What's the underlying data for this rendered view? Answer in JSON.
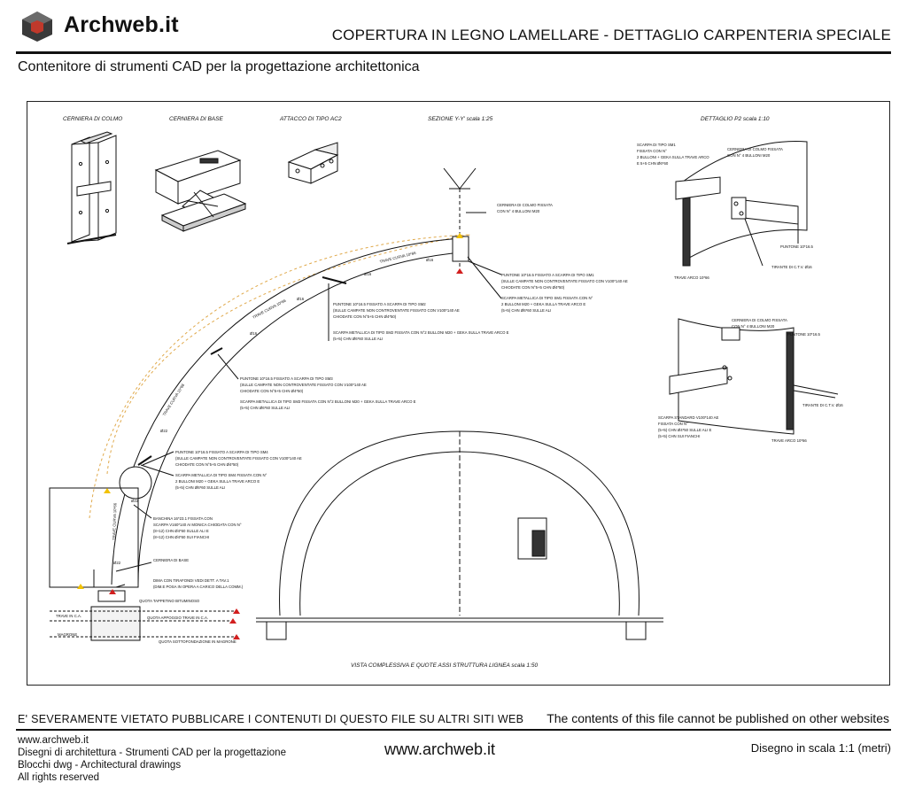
{
  "header": {
    "logo_text": "Archweb.it",
    "title": "COPERTURA IN LEGNO LAMELLARE - DETTAGLIO CARPENTERIA SPECIALE",
    "subtitle": "Contenitore di strumenti CAD per la progettazione architettonica"
  },
  "drawing": {
    "views": {
      "cerniera_colmo": "CERNIERA DI COLMO",
      "cerniera_base": "CERNIERA DI BASE",
      "attacco": "ATTACCO DI TIPO AC2",
      "sezione": "SEZIONE Y-Y' scala 1:25",
      "dettaglio": "DETTAGLIO P2 scala 1:10",
      "vista": "VISTA COMPLESSIVA E QUOTE ASSI STRUTTURA LIGNEA scala 1:50"
    },
    "notes": {
      "colmo": [
        "CERNIERA DI COLMO FISSATA",
        "CON N° 4 BULLONI M20"
      ],
      "puntone1": [
        "PUNTONE 10*16.5 FISSATO A SCARPA DI TIPO SM1",
        "(SULLE CAMPATE NON CONTROVENTATE FISSATO CON V100*140 AE",
        "CHIODATE CON N°5+5 CHN Ø4*50)"
      ],
      "scarpa1": [
        "SCARPA METALLICA DI TIPO SM1 FISSATA CON N°",
        "2 BULLONI M20 + GEKA SULLA TRAVE ARCO E",
        "(5+5) CHN Ø6*60 SULLE ALI"
      ],
      "puntone2": [
        "PUNTONE 10*16.5 FISSATO A SCARPA DI TIPO SM2",
        "(SULLE CAMPATE NON CONTROVENTATE FISSATO CON V100*140 AE",
        "CHIODATE CON N°5+5 CHN Ø4*50)"
      ],
      "scarpa2": [
        "SCARPA METALLICA DI TIPO SM2 FISSATA CON N°2 BULLONI M20 + GEKA SULLA TRAVE ARCO E",
        "(5+5) CHN Ø6*60 SULLE ALI"
      ],
      "puntone3": [
        "PUNTONE 10*16.5 FISSATO A SCARPA DI TIPO SM3",
        "(SULLE CAMPATE NON CONTROVENTATE FISSATO CON V100*140 AE",
        "CHIODATE CON N°5+5 CHN Ø4*50)"
      ],
      "scarpa3": [
        "SCARPA METALLICA DI TIPO SM3 FISSATA CON N°2 BULLONI M20 + GEKA SULLA TRAVE ARCO E",
        "(5+5) CHN Ø6*60 SULLE ALI"
      ],
      "puntone4": [
        "PUNTONE 10*16.5 FISSATO A SCARPA DI TIPO SM4",
        "(SULLE CAMPATE NON CONTROVENTATE FISSATO CON V100*140 AE",
        "CHIODATE CON N°5+5 CHN Ø4*50)"
      ],
      "scarpa4": [
        "SCARPA METALLICA DI TIPO SM4 FISSATA CON N°",
        "2 BULLONI M20 + GEKA SULLA TRAVE ARCO E",
        "(5+5) CHN Ø6*60 SULLE ALI"
      ],
      "banchina": [
        "BANCHINA 16*23.1 FISSATA CON",
        "SCARPA V160*140 AI MONICA CHIODATA CON N°",
        "(8+12) CHN Ø4*50 SULLE ALI E",
        "(8+12) CHN Ø4*50 SUI FIANCHI"
      ],
      "cerniera_base": "CERNIERA DI BASE",
      "dima": [
        "DIMA CON TIRAFONDI VEDI DETT. A TAV.1",
        "(DIM.E POSA IN OPERA A CARICO DELLA COMM.)"
      ],
      "trave_ca": "TRAVE IN C.A.",
      "magrone": "MAGRONE",
      "quota_tappetino": "QUOTA TAPPETINO BITUMINOSO",
      "quota_appoggio": "QUOTA APPOGGIO TRAVE IN C.A.",
      "quota_sottofondazione": "QUOTA SOTTOFONDAZIONE IN MAGRONE",
      "trave_curva_top": "TRAVE CURVA 10*66",
      "trave_curva_mid": "TRAVE CURVA 10*66",
      "trave_curva_low": "TRAVE CURVA 10*66",
      "trave_curva_vert": "TRAVE CURVA 10*66",
      "d1_scarpa": [
        "SCARPA DI TIPO SM1",
        "FISSATA CON N°",
        "2 BULLONI + GEKA SULLA TRAVE ARCO",
        "E 5+5 CHN Ø6*60"
      ],
      "d1_colmo": [
        "CERNIERA DI COLMO FISSATA",
        "CON N° 4 BULLONI M20"
      ],
      "d1_puntone": "PUNTONE 10*16.5",
      "d1_tirante": "TIRANTE DI C.T.V. Ø16",
      "d1_trave": "TRAVE ARCO 10*66",
      "d2_colmo": [
        "CERNIERA DI COLMO FISSATA",
        "CON N° 4 BULLONI M20"
      ],
      "d2_puntone": "PUNTONE 10*16.5",
      "d2_scarpa": [
        "SCARPA STANDARD V100*140 AE",
        "FISSATA CON N°",
        "(5+5) CHN Ø4*50 SULLE ALI E",
        "(5+5) CHN SUI FIANCHI"
      ],
      "d2_tirante": "TIRANTE DI C.T.V. Ø16",
      "d2_trave": "TRAVE ARCO 10*66"
    },
    "arc_markers": [
      "Ø16",
      "Ø16",
      "Ø16",
      "Ø16",
      "Ø22",
      "Ø22",
      "Ø22"
    ]
  },
  "footer": {
    "warning_it": "E' SEVERAMENTE VIETATO PUBBLICARE I CONTENUTI DI QUESTO FILE SU ALTRI SITI WEB",
    "warning_en": "The contents of this file cannot be published on other websites",
    "left_lines": [
      "www.archweb.it",
      "Disegni di architettura - Strumenti CAD  per la progettazione",
      "Blocchi dwg - Architectural drawings",
      "All rights reserved"
    ],
    "center": "www.archweb.it",
    "right": "Disegno in scala 1:1 (metri)"
  },
  "colors": {
    "logo_red": "#c0392b",
    "logo_dark": "#3a3a3a",
    "marker_yellow": "#f2c200",
    "marker_red": "#d21f1f",
    "dim_orange": "#e0a94b"
  }
}
